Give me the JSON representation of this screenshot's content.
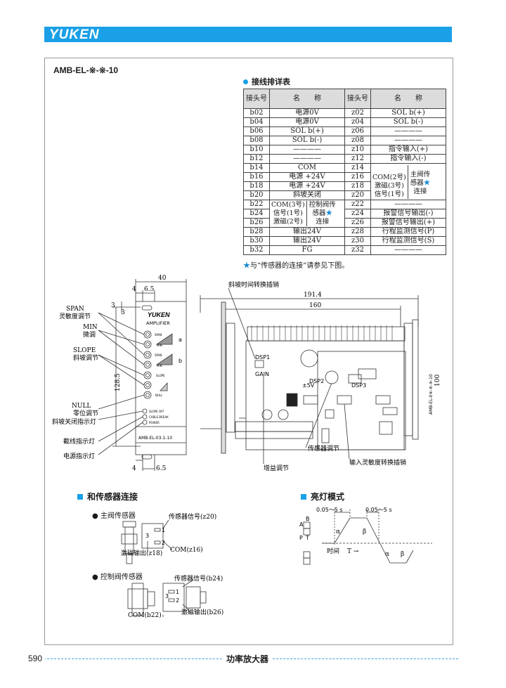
{
  "header": {
    "logo": "YUKEN"
  },
  "model_title": "AMB-EL-※-※-10",
  "wiring": {
    "title": "接线排详表",
    "col_pin": "接头号",
    "col_name": "名　　称",
    "left_rows": [
      {
        "pin": "b02",
        "name": "电源0V"
      },
      {
        "pin": "b04",
        "name": "电源0V"
      },
      {
        "pin": "b06",
        "name": "SOL b(+)"
      },
      {
        "pin": "b08",
        "name": "SOL b(-)"
      },
      {
        "pin": "b10",
        "name": "————"
      },
      {
        "pin": "b12",
        "name": "————"
      },
      {
        "pin": "b14",
        "name": "COM"
      },
      {
        "pin": "b16",
        "name": "电源 +24V"
      },
      {
        "pin": "b18",
        "name": "电源 +24V"
      },
      {
        "pin": "b20",
        "name": "斜坡关闭"
      },
      {
        "pin": "b22",
        "name": ""
      },
      {
        "pin": "b24",
        "name": ""
      },
      {
        "pin": "b26",
        "name": ""
      },
      {
        "pin": "b28",
        "name": "输出24V"
      },
      {
        "pin": "b30",
        "name": "输出24V"
      },
      {
        "pin": "b32",
        "name": "FG"
      }
    ],
    "right_rows": [
      {
        "pin": "z02",
        "name": "SOL b(+)"
      },
      {
        "pin": "z04",
        "name": "SOL b(-)"
      },
      {
        "pin": "z06",
        "name": "————"
      },
      {
        "pin": "z08",
        "name": "————"
      },
      {
        "pin": "z10",
        "name": "指令输入(+)"
      },
      {
        "pin": "z12",
        "name": "指令输入(-)"
      },
      {
        "pin": "z14",
        "name": ""
      },
      {
        "pin": "z16",
        "name": ""
      },
      {
        "pin": "z18",
        "name": ""
      },
      {
        "pin": "z20",
        "name": ""
      },
      {
        "pin": "z22",
        "name": "————"
      },
      {
        "pin": "z24",
        "name": "报警信号输出(-)"
      },
      {
        "pin": "z26",
        "name": "报警信号输出(+)"
      },
      {
        "pin": "z28",
        "name": "行程监测信号(P)"
      },
      {
        "pin": "z30",
        "name": "行程监测信号(S)"
      },
      {
        "pin": "z32",
        "name": "————"
      }
    ],
    "left_group": {
      "signals": [
        "COM(3号)",
        "信号(1号)",
        "激磁(2号)"
      ],
      "label_l1": "控制阀传",
      "label_l2": "感器",
      "label_l3": "连接"
    },
    "right_group": {
      "signals": [
        "COM(2号)",
        "激磁(3号)",
        "信号(1号)"
      ],
      "label_l1": "主阀传",
      "label_l2": "感器",
      "label_l3": "连接"
    },
    "star": "★",
    "footnote": "与“传感器的连接”请参见下图。"
  },
  "front_panel": {
    "dim_width": "40",
    "dim_4": "4",
    "dim_6_5": "6.5",
    "dim_3a": "3",
    "dim_3b": "3",
    "dim_height": "128.5",
    "dim_4b": "4",
    "dim_6_5b": "6.5",
    "panel_logo": "YUKEN",
    "panel_name": "AMPLIFIER",
    "knob_span": "SPAN",
    "knob_min": "MIN",
    "knob_slope": "SLOPE",
    "knob_null": "NULL",
    "a": "a",
    "b": "b",
    "led_slope_off": "SLOPE OFF",
    "led_cable_break": "CABLE BREAK",
    "led_power": "POWER",
    "model_plate": "AMB-EL-03-1-10",
    "callouts": {
      "span_en": "SPAN",
      "span_cn": "灵敏度调节",
      "min_en": "MIN",
      "min_cn": "微调",
      "slope_en": "SLOPE",
      "slope_cn": "斜坡调节",
      "null_en": "NULL",
      "null_cn": "零位调节",
      "ramp_led": "斜坡关闭指示灯",
      "break_led": "截线指示灯",
      "power_led": "电源指示灯"
    }
  },
  "board": {
    "dim_191_4": "191.4",
    "dim_160": "160",
    "dim_100": "100",
    "label_ramp_pin": "斜坡时间转换插销",
    "label_sensor_adj": "传感器调节",
    "label_input_pin": "输入灵敏度转换插销",
    "label_gain": "增益调节",
    "dsp1": "DSP1",
    "dsp2": "DSP2",
    "dsp3": "DSP3",
    "gain": "GAIN",
    "v5": "±5V",
    "board_model": "AMB-EL-0※-※-※-10"
  },
  "sensor": {
    "title": "和传感器连接",
    "main_title": "主阀传感器",
    "main_sig": "传感器信号(z20)",
    "main_com": "COM(z16)",
    "main_exc": "激磁输出(z18)",
    "ctrl_title": "控制阀传感器",
    "ctrl_sig": "传感器信号(b24)",
    "ctrl_com": "COM(b22)",
    "ctrl_exc": "激磁输出(b26)",
    "p1": "1",
    "p2": "2",
    "p3": "3"
  },
  "lamp": {
    "title": "亮灯模式",
    "t1": "0.05～5 s",
    "t2": "0.05～5 s",
    "alpha": "α",
    "beta": "β",
    "time": "时间",
    "t_arrow": "T →",
    "A": "A",
    "B": "B",
    "P": "P",
    "T": "T"
  },
  "footer": {
    "page_no": "590",
    "title": "功率放大器"
  }
}
